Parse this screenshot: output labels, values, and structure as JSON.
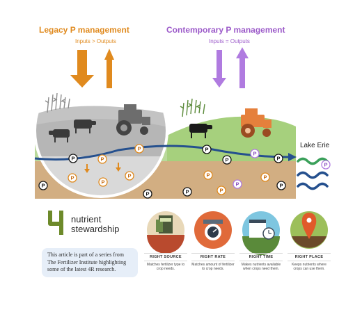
{
  "legacy": {
    "title": "Legacy P management",
    "subtitle": "Inputs > Outputs",
    "color": "#e08a1e"
  },
  "contemporary": {
    "title": "Contemporary P management",
    "subtitle": "Inputs = Outputs",
    "color": "#9b59c9"
  },
  "phosphorus_label": "P",
  "lake_label": "Lake Erie",
  "brand": {
    "line1": "nutrient",
    "line2": "stewardship",
    "color": "#6d8a2a"
  },
  "note": "This article is part of a series from The Fertilizer Institute highlighting some of the latest 4R research.",
  "rights": [
    {
      "title": "RIGHT SOURCE",
      "desc": "Matches fertilizer type to crop needs.",
      "icon": "fertilizer-bag-icon"
    },
    {
      "title": "RIGHT RATE",
      "desc": "Matches amount of fertilizer to crop needs.",
      "icon": "scale-icon"
    },
    {
      "title": "RIGHT TIME",
      "desc": "Makes nutrients available when crops need them.",
      "icon": "clock-barn-icon"
    },
    {
      "title": "RIGHT PLACE",
      "desc": "Keeps nutrients where crops can use them.",
      "icon": "location-pin-field-icon"
    }
  ],
  "colors": {
    "soil": "#d2ae82",
    "grass": "#a6d07d",
    "water": "#25508e",
    "lake_green": "#3aa05a",
    "lens_bg": "#c9c9c9"
  }
}
